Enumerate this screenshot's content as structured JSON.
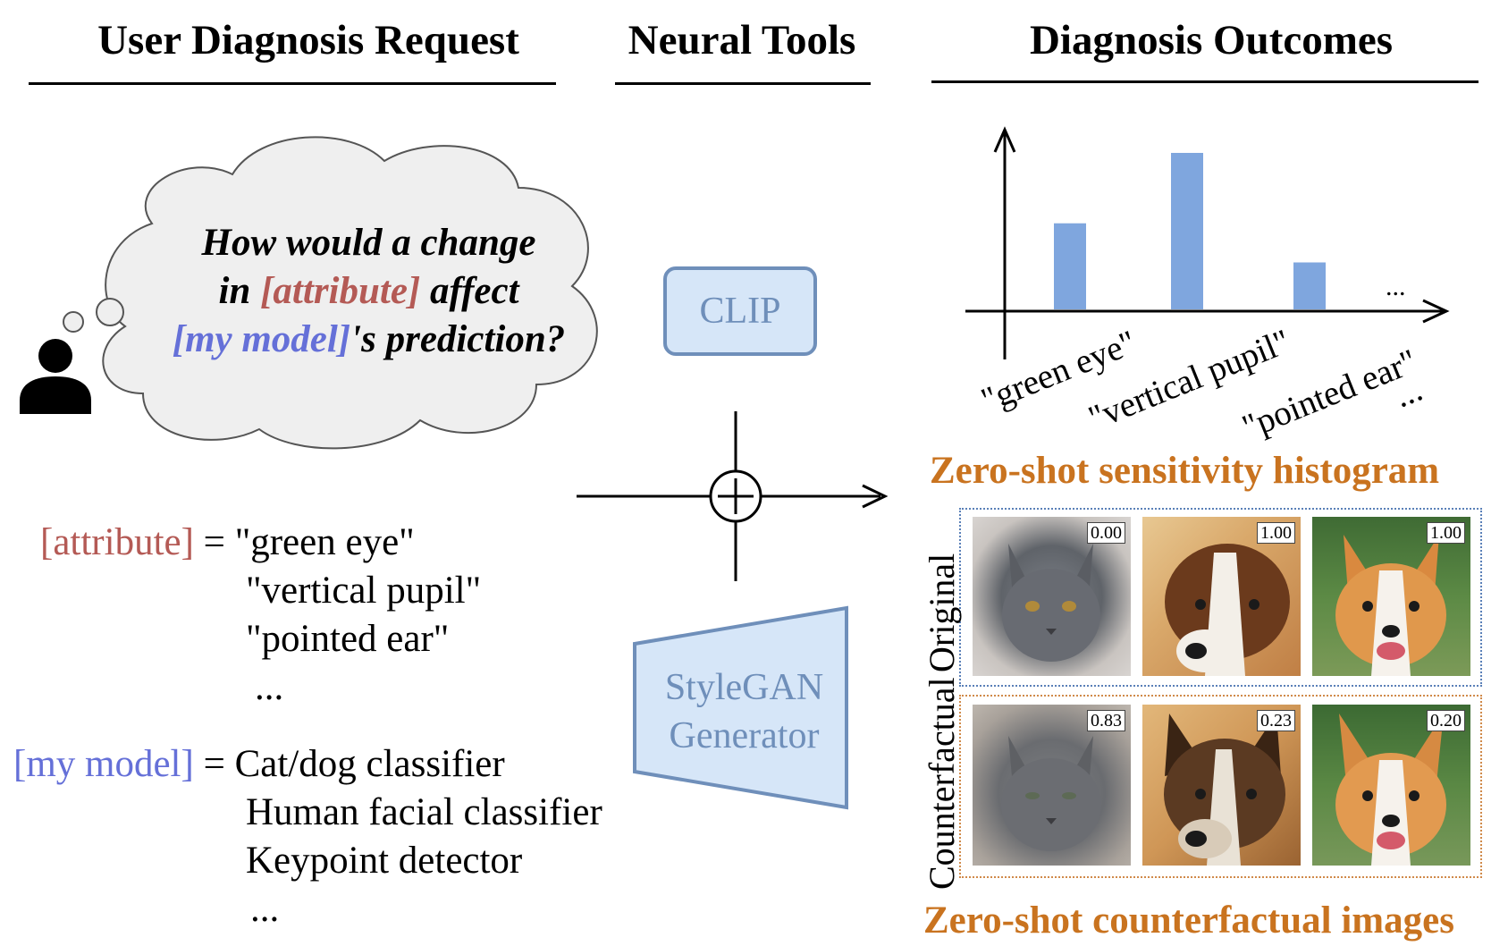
{
  "headers": {
    "request": "User Diagnosis Request",
    "tools": "Neural Tools",
    "outcomes": "Diagnosis Outcomes"
  },
  "bubble": {
    "line1": "How would a change",
    "line2_a": "in ",
    "line2_attr": "[attribute]",
    "line2_b": " affect",
    "line3_model": "[my model]",
    "line3_b": "'s prediction?"
  },
  "attributes": {
    "key": "[attribute]",
    "eq": " = ",
    "items": [
      "\"green eye\"",
      "\"vertical pupil\"",
      "\"pointed ear\"",
      "..."
    ]
  },
  "models": {
    "key": "[my model]",
    "eq": " = ",
    "items": [
      "Cat/dog classifier",
      "Human facial classifier",
      "Keypoint detector",
      "..."
    ]
  },
  "tools": {
    "clip": "CLIP",
    "stylegan_line1": "StyleGAN",
    "stylegan_line2": "Generator"
  },
  "chart_data": {
    "type": "bar",
    "categories": [
      "\"green eye\"",
      "\"vertical pupil\"",
      "\"pointed ear\""
    ],
    "values": [
      0.55,
      1.0,
      0.3
    ],
    "ellipsis": "...",
    "title": "Zero-shot sensitivity histogram",
    "bar_color": "#7fa6de"
  },
  "counterfactual": {
    "caption": "Zero-shot counterfactual images",
    "row_original": "Original",
    "row_counterfactual": "Counterfactual",
    "original_scores": [
      "0.00",
      "1.00",
      "1.00"
    ],
    "counterfactual_scores": [
      "0.83",
      "0.23",
      "0.20"
    ]
  },
  "colors": {
    "attribute": "#b45a55",
    "model": "#6570d8",
    "tool_fill": "#d6e6f8",
    "tool_stroke": "#6f8fba",
    "orange": "#c9731f"
  }
}
